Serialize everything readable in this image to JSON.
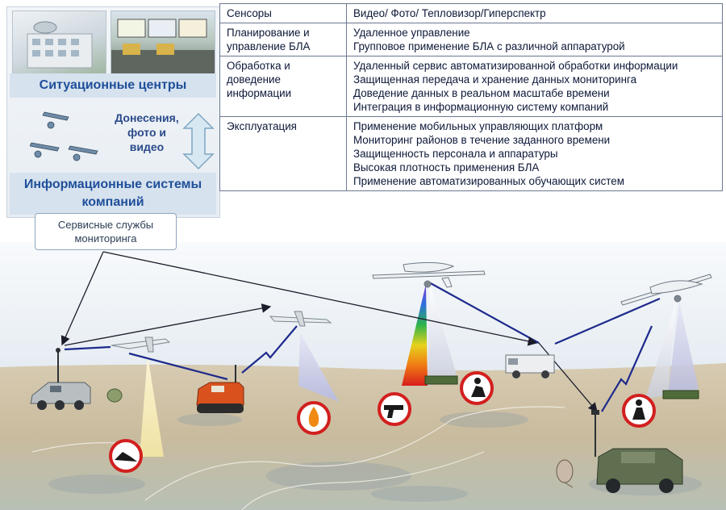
{
  "situation_center": {
    "title": "Ситуационные центры"
  },
  "reports_label": "Донесения, фото и видео",
  "company_systems": {
    "title": "Информационные системы компаний"
  },
  "service_box": {
    "text": "Сервисные службы мониторинга"
  },
  "table": {
    "rows": [
      {
        "category": "Сенсоры",
        "items": [
          "Видео/ Фото/ Тепловизор/Гиперспектр"
        ]
      },
      {
        "category": "Планирование и управление БЛА",
        "items": [
          "Удаленное управление",
          "Групповое применение БЛА с различной аппаратурой"
        ]
      },
      {
        "category": "Обработка и доведение информации",
        "items": [
          "Удаленный сервис автоматизированной обработки информации",
          "Защищенная передача и хранение данных мониторинга",
          "Доведение данных в реальном масштабе времени",
          "Интеграция в информационную систему компаний"
        ]
      },
      {
        "category": "Эксплуатация",
        "items": [
          "Применение мобильных управляющих платформ",
          "Мониторинг районов в течение заданного времени",
          "Защищенность персонала и аппаратуры",
          "Высокая плотность применения БЛА",
          "Применение автоматизированных обучающих систем"
        ]
      }
    ]
  },
  "colors": {
    "band_text": "#1f4f9a",
    "band_bg": "#d6e2ee",
    "ground": "#cdbfa4",
    "sky": "#eef3f7",
    "link_dark": "#1e2a8c",
    "warning_red": "#d21f1f"
  },
  "icons": [
    "uav-icon",
    "vehicle-icon",
    "fire-warning-icon",
    "gun-warning-icon",
    "digging-warning-icon",
    "intruder-warning-icon",
    "person-warning-icon",
    "antenna-icon",
    "satellite-dish-icon"
  ]
}
